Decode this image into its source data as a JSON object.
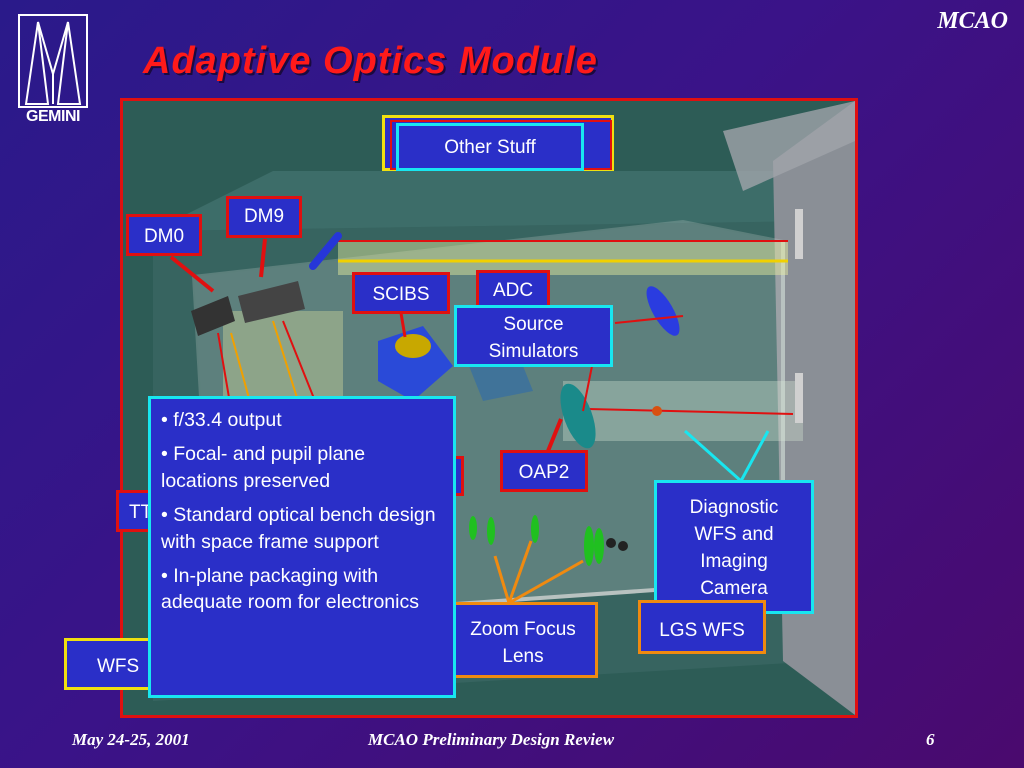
{
  "header": {
    "logo_text": "GEMINI",
    "corner_label": "MCAO",
    "title": "Adaptive Optics Module"
  },
  "callouts": {
    "other_stuff": "Other Stuff",
    "dm9": "DM9",
    "dm0": "DM0",
    "scibs": "SCIBS",
    "adc": "ADC",
    "source_simulators": "Source Simulators",
    "oap2": "OAP2",
    "tt": "TT",
    "diagnostic": "Diagnostic WFS and Imaging Camera",
    "zoom_focus": "Zoom Focus Lens",
    "lgs_wfs": "LGS WFS",
    "wfs": "WFS"
  },
  "bullets": [
    "• f/33.4 output",
    "• Focal- and pupil plane locations preserved",
    "• Standard optical bench design with space frame support",
    "• In-plane packaging with adequate room for electronics"
  ],
  "footer": {
    "date": "May 24-25, 2001",
    "title": "MCAO Preliminary Design Review",
    "page": "6"
  },
  "colors": {
    "background": "#3a1388",
    "title": "#ff1a1a",
    "label_fill": "#2a2fc8",
    "frame_red": "#e01010",
    "frame_orange": "#f08a10",
    "frame_yellow": "#f0e010",
    "frame_cyan": "#18e6f0"
  }
}
